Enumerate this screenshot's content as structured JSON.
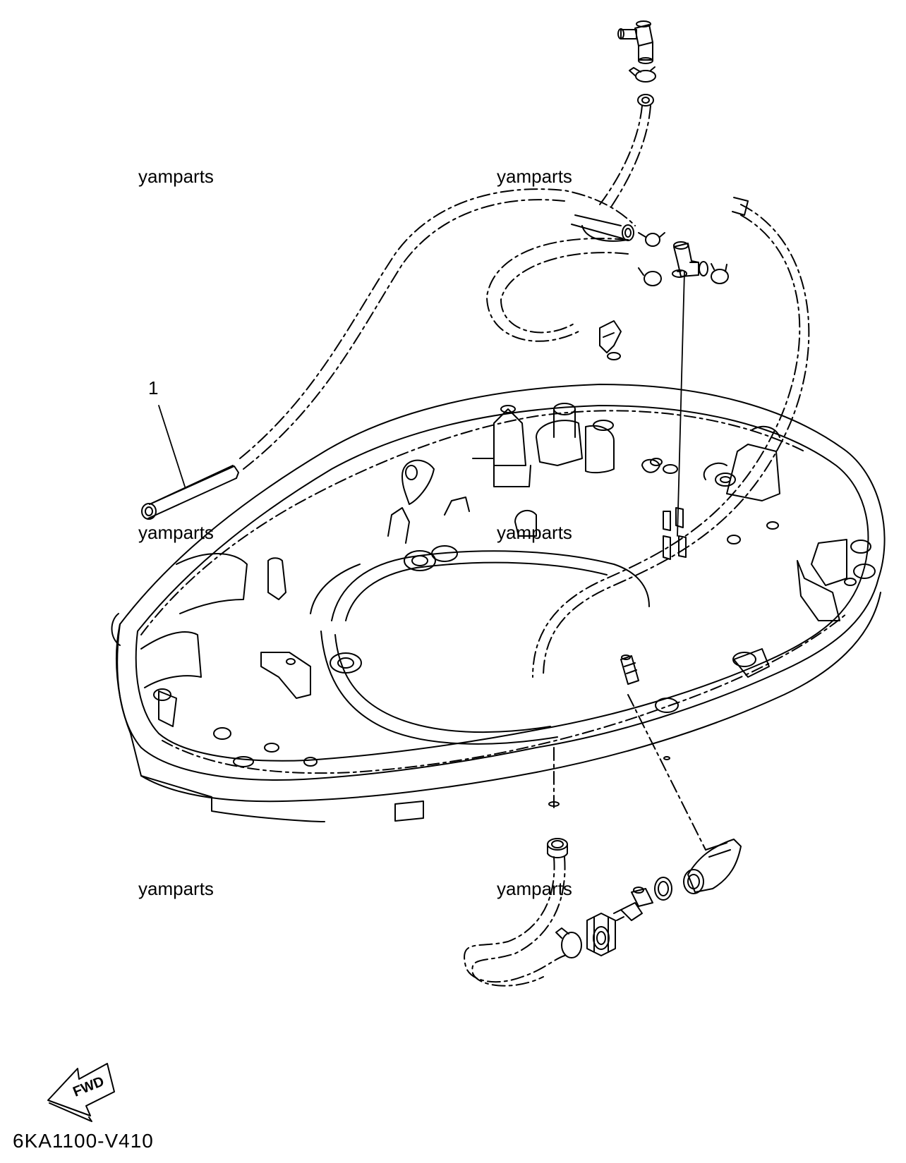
{
  "watermarks": [
    "yamparts",
    "yamparts",
    "yamparts",
    "yamparts",
    "yamparts",
    "yamparts"
  ],
  "callouts": [
    "1"
  ],
  "fwd_label": "FWD",
  "diagram_code": "6KA1100-V410",
  "line_color": "#000000",
  "background_color": "#ffffff"
}
